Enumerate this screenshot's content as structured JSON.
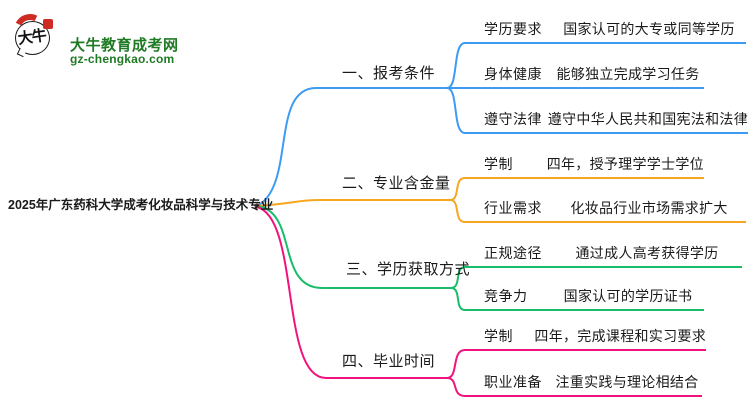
{
  "logo": {
    "site_name": "大牛教育成考网",
    "site_url": "gz-chengkao.com",
    "icon_text": "大牛",
    "brand_green": "#1f7a24",
    "seal_red": "#ce2b24"
  },
  "mindmap": {
    "root_title": "2025年广东药科大学成考化妆品科学与技术专业",
    "root_dot_color": "#8c3a3a",
    "branches": [
      {
        "label": "一、报考条件",
        "color": "#3e9bf4",
        "children": [
          {
            "label": "学历要求",
            "value": "国家认可的大专或同等学历"
          },
          {
            "label": "身体健康",
            "value": "能够独立完成学习任务"
          },
          {
            "label": "遵守法律",
            "value": "遵守中华人民共和国宪法和法律"
          }
        ]
      },
      {
        "label": "二、专业含金量",
        "color": "#f7a620",
        "children": [
          {
            "label": "学制",
            "value": "四年，授予理学学士学位"
          },
          {
            "label": "行业需求",
            "value": "化妆品行业市场需求扩大"
          }
        ]
      },
      {
        "label": "三、学历获取方式",
        "color": "#17bd68",
        "children": [
          {
            "label": "正规途径",
            "value": "通过成人高考获得学历"
          },
          {
            "label": "竞争力",
            "value": "国家认可的学历证书"
          }
        ]
      },
      {
        "label": "四、毕业时间",
        "color": "#f2127e",
        "children": [
          {
            "label": "学制",
            "value": "四年，完成课程和实习要求"
          },
          {
            "label": "职业准备",
            "value": "注重实践与理论相结合"
          }
        ]
      }
    ]
  }
}
